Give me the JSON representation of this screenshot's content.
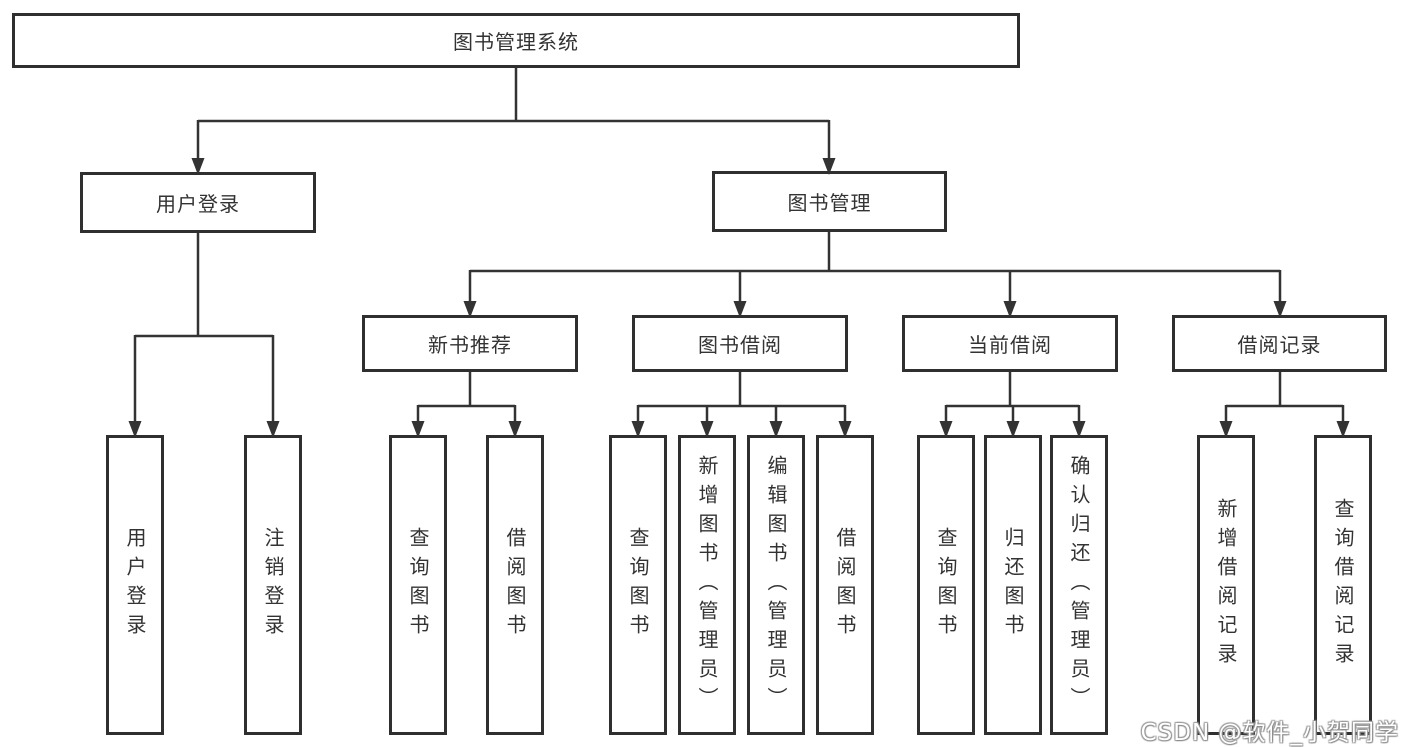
{
  "diagram_title": "图书管理系统",
  "tree": {
    "label": "图书管理系统",
    "children": [
      {
        "label": "用户登录",
        "children": [
          {
            "label": "用户登录"
          },
          {
            "label": "注销登录"
          }
        ]
      },
      {
        "label": "图书管理",
        "children": [
          {
            "label": "新书推荐",
            "children": [
              {
                "label": "查询图书"
              },
              {
                "label": "借阅图书"
              }
            ]
          },
          {
            "label": "图书借阅",
            "children": [
              {
                "label": "查询图书"
              },
              {
                "label": "新增图书（管理员）"
              },
              {
                "label": "编辑图书（管理员）"
              },
              {
                "label": "借阅图书"
              }
            ]
          },
          {
            "label": "当前借阅",
            "children": [
              {
                "label": "查询图书"
              },
              {
                "label": "归还图书"
              },
              {
                "label": "确认归还（管理员）"
              }
            ]
          },
          {
            "label": "借阅记录",
            "children": [
              {
                "label": "新增借阅记录"
              },
              {
                "label": "查询借阅记录"
              }
            ]
          }
        ]
      }
    ]
  },
  "watermark": "CSDN @软件_小贺同学",
  "colors": {
    "line": "#333333",
    "box_border": "#2f2f2f",
    "text": "#333333",
    "background": "#ffffff"
  }
}
